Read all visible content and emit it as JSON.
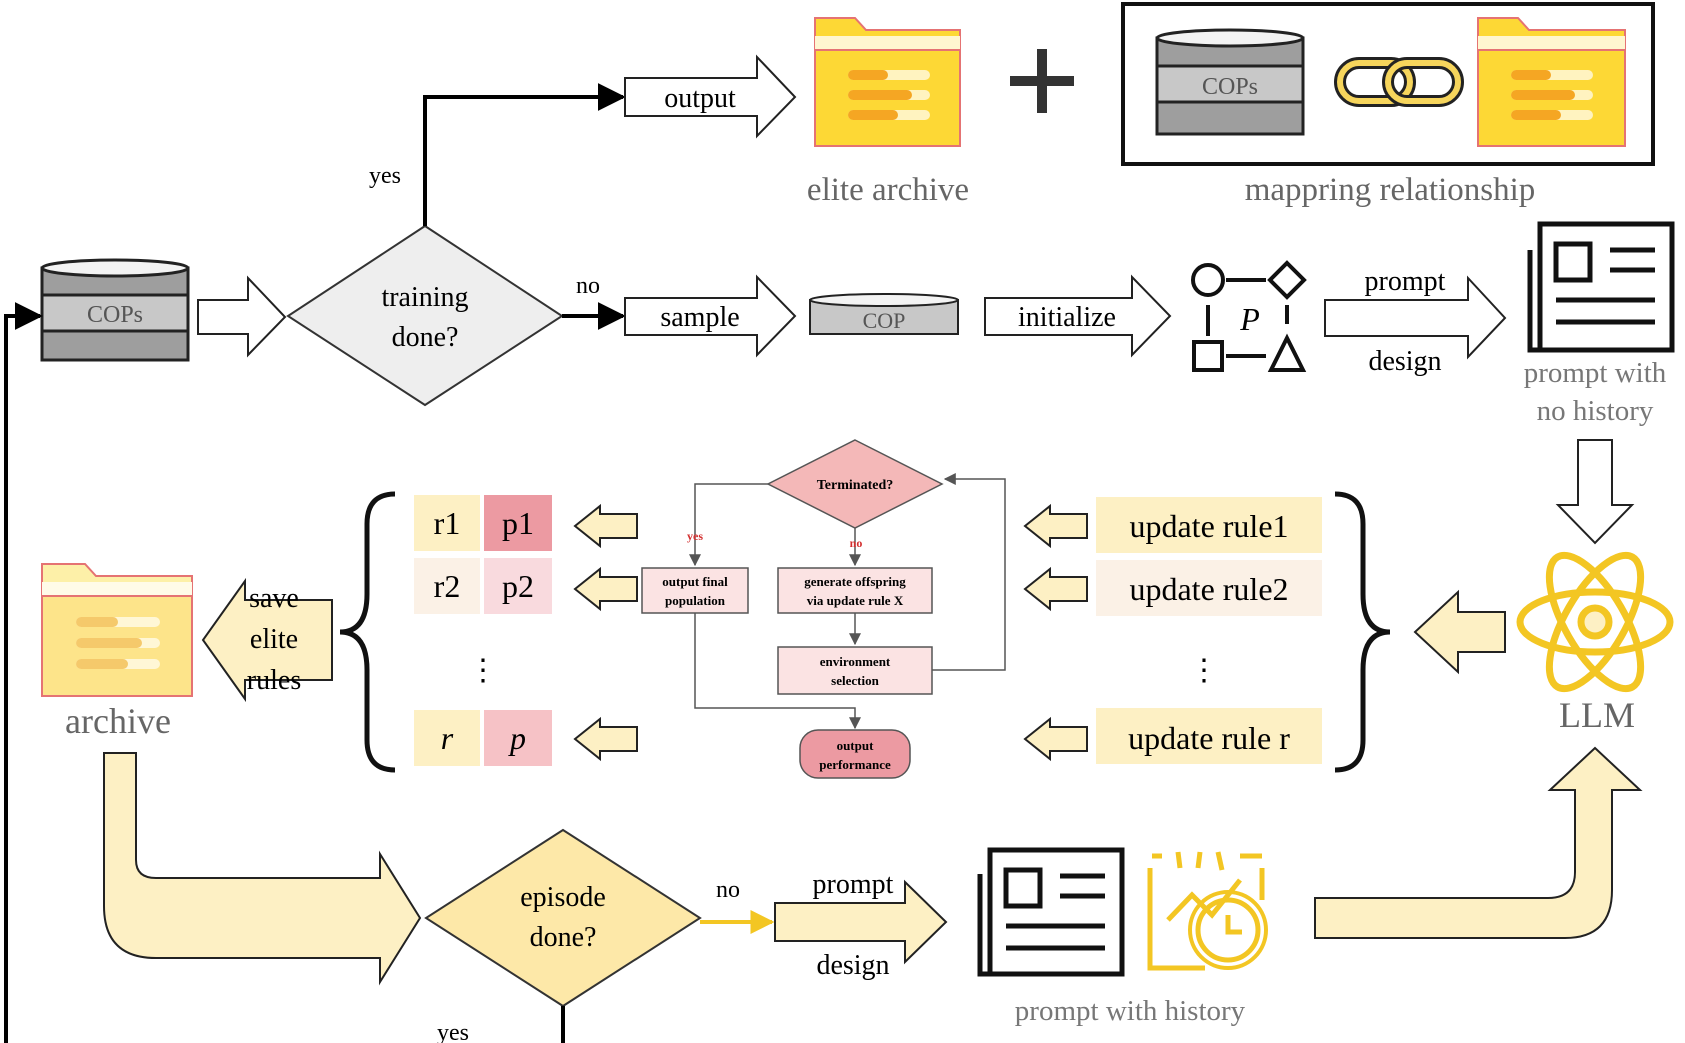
{
  "labels": {
    "output": "output",
    "elite_archive": "elite archive",
    "mapping_relationship": "mappring relationship",
    "yes_top": "yes",
    "no_top": "no",
    "training_done_1": "training",
    "training_done_2": "done?",
    "cops_top": "COPs",
    "cops_mapping": "COPs",
    "sample": "sample",
    "cop": "COP",
    "initialize": "initialize",
    "p_symbol": "P",
    "prompt_top": "prompt",
    "design_top": "design",
    "prompt_no_history_1": "prompt with",
    "prompt_no_history_2": "no history",
    "save": "save",
    "elite": "elite",
    "rules": "rules",
    "archive": "archive",
    "llm": "LLM",
    "episode_done_1": "episode",
    "episode_done_2": "done?",
    "no_bottom": "no",
    "yes_bottom": "yes",
    "prompt_bottom": "prompt",
    "design_bottom": "design",
    "prompt_with_history": "prompt with history",
    "ellipsis": "⋮"
  },
  "rule_pairs": [
    {
      "r": "r1",
      "p": "p1"
    },
    {
      "r": "r2",
      "p": "p2"
    },
    {
      "r": "r",
      "p": "p"
    }
  ],
  "update_rules": [
    "update rule1",
    "update rule2",
    "update rule r"
  ],
  "inner_flow": {
    "terminated": "Terminated?",
    "yes": "yes",
    "no": "no",
    "output_final_1": "output final",
    "output_final_2": "population",
    "generate_1": "generate offspring",
    "generate_2": "via update rule X",
    "environment_1": "environment",
    "environment_2": "selection",
    "output_perf_1": "output",
    "output_perf_2": "performance"
  },
  "colors": {
    "folder_yellow": "#fdd835",
    "cream": "#fdf0c4",
    "pink": "#f4b8b8",
    "gray_db": "#bdbdbd",
    "llm_gold": "#f3c623"
  }
}
